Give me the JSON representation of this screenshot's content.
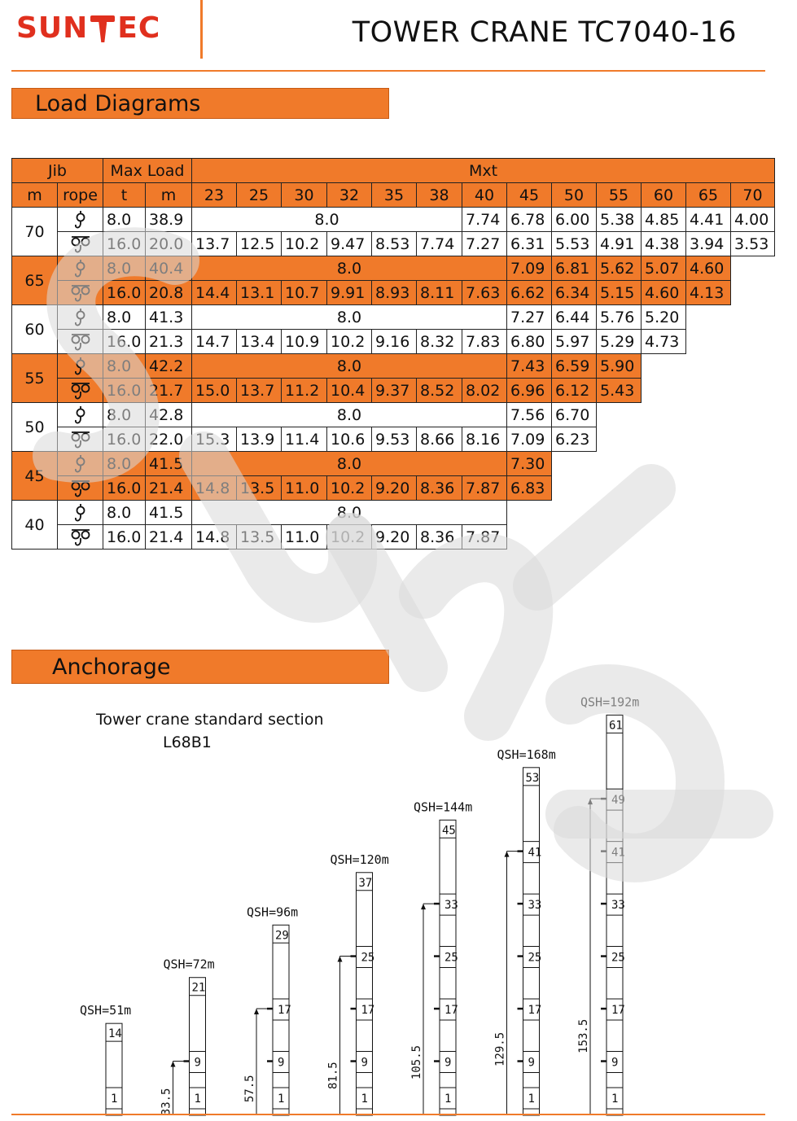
{
  "header": {
    "logo_left": "SUN",
    "logo_right": "EC",
    "logo_full": "SUNTEC",
    "title": "TOWER CRANE TC7040-16"
  },
  "sections": {
    "load_title": "Load Diagrams",
    "anchorage_title": "Anchorage"
  },
  "colors": {
    "accent": "#f07a2a",
    "brand_red": "#e0301e",
    "watermark": "#d9d9d9"
  },
  "table": {
    "top_headers": {
      "jib": "Jib",
      "maxload": "Max Load",
      "mxt": "Mxt"
    },
    "sub_headers": {
      "m": "m",
      "rope": "rope",
      "t": "t",
      "m2": "m"
    },
    "radii": [
      "23",
      "25",
      "30",
      "32",
      "35",
      "38",
      "40",
      "45",
      "50",
      "55",
      "60",
      "65",
      "70"
    ],
    "rope_icons": {
      "single": "single-fall-hook-icon",
      "double": "double-fall-hook-icon"
    },
    "rows": [
      {
        "jib": "70",
        "orange": false,
        "single": {
          "t": "8.0",
          "m": "38.9",
          "flat": "8.0",
          "tail": [
            "7.74",
            "6.78",
            "6.00",
            "5.38",
            "4.85",
            "4.41",
            "4.00"
          ]
        },
        "double": {
          "t": "16.0",
          "m": "20.0",
          "vals": [
            "13.7",
            "12.5",
            "10.2",
            "9.47",
            "8.53",
            "7.74",
            "7.27",
            "6.31",
            "5.53",
            "4.91",
            "4.38",
            "3.94",
            "3.53"
          ]
        }
      },
      {
        "jib": "65",
        "orange": true,
        "single": {
          "t": "8.0",
          "m": "40.4",
          "flat": "8.0",
          "tail": [
            "7.09",
            "6.81",
            "5.62",
            "5.07",
            "4.60"
          ]
        },
        "double": {
          "t": "16.0",
          "m": "20.8",
          "vals": [
            "14.4",
            "13.1",
            "10.7",
            "9.91",
            "8.93",
            "8.11",
            "7.63",
            "6.62",
            "6.34",
            "5.15",
            "4.60",
            "4.13"
          ]
        }
      },
      {
        "jib": "60",
        "orange": false,
        "single": {
          "t": "8.0",
          "m": "41.3",
          "flat": "8.0",
          "tail": [
            "7.27",
            "6.44",
            "5.76",
            "5.20"
          ]
        },
        "double": {
          "t": "16.0",
          "m": "21.3",
          "vals": [
            "14.7",
            "13.4",
            "10.9",
            "10.2",
            "9.16",
            "8.32",
            "7.83",
            "6.80",
            "5.97",
            "5.29",
            "4.73"
          ]
        }
      },
      {
        "jib": "55",
        "orange": true,
        "single": {
          "t": "8.0",
          "m": "42.2",
          "flat": "8.0",
          "tail": [
            "7.43",
            "6.59",
            "5.90"
          ]
        },
        "double": {
          "t": "16.0",
          "m": "21.7",
          "vals": [
            "15.0",
            "13.7",
            "11.2",
            "10.4",
            "9.37",
            "8.52",
            "8.02",
            "6.96",
            "6.12",
            "5.43"
          ]
        }
      },
      {
        "jib": "50",
        "orange": false,
        "single": {
          "t": "8.0",
          "m": "42.8",
          "flat": "8.0",
          "tail": [
            "7.56",
            "6.70"
          ]
        },
        "double": {
          "t": "16.0",
          "m": "22.0",
          "vals": [
            "15.3",
            "13.9",
            "11.4",
            "10.6",
            "9.53",
            "8.66",
            "8.16",
            "7.09",
            "6.23"
          ]
        }
      },
      {
        "jib": "45",
        "orange": true,
        "single": {
          "t": "8.0",
          "m": "41.5",
          "flat": "8.0",
          "tail": [
            "7.30"
          ]
        },
        "double": {
          "t": "16.0",
          "m": "21.4",
          "vals": [
            "14.8",
            "13.5",
            "11.0",
            "10.2",
            "9.20",
            "8.36",
            "7.87",
            "6.83"
          ]
        }
      },
      {
        "jib": "40",
        "orange": false,
        "single": {
          "t": "8.0",
          "m": "41.5",
          "flat": "8.0",
          "tail": []
        },
        "double": {
          "t": "16.0",
          "m": "21.4",
          "vals": [
            "14.8",
            "13.5",
            "11.0",
            "10.2",
            "9.20",
            "8.36",
            "7.87"
          ]
        }
      }
    ]
  },
  "anchorage": {
    "standard_section_title": "Tower  crane standard section",
    "standard_section_code": "L68B1",
    "towers": [
      {
        "label": "QSH=51m",
        "top": "14",
        "sections": [
          "1"
        ],
        "anchor_height": ""
      },
      {
        "label": "QSH=72m",
        "top": "21",
        "sections": [
          "1",
          "9"
        ],
        "anchor_height": "33.5"
      },
      {
        "label": "QSH=96m",
        "top": "29",
        "sections": [
          "1",
          "9",
          "17"
        ],
        "anchor_height": "57.5"
      },
      {
        "label": "QSH=120m",
        "top": "37",
        "sections": [
          "1",
          "9",
          "17",
          "25"
        ],
        "anchor_height": "81.5"
      },
      {
        "label": "QSH=144m",
        "top": "45",
        "sections": [
          "1",
          "9",
          "17",
          "25",
          "33"
        ],
        "anchor_height": "105.5"
      },
      {
        "label": "QSH=168m",
        "top": "53",
        "sections": [
          "1",
          "9",
          "17",
          "25",
          "33",
          "41"
        ],
        "anchor_height": "129.5"
      },
      {
        "label": "QSH=192m",
        "top": "61",
        "sections": [
          "1",
          "9",
          "17",
          "25",
          "33",
          "41",
          "49"
        ],
        "anchor_height": "153.5"
      }
    ]
  }
}
